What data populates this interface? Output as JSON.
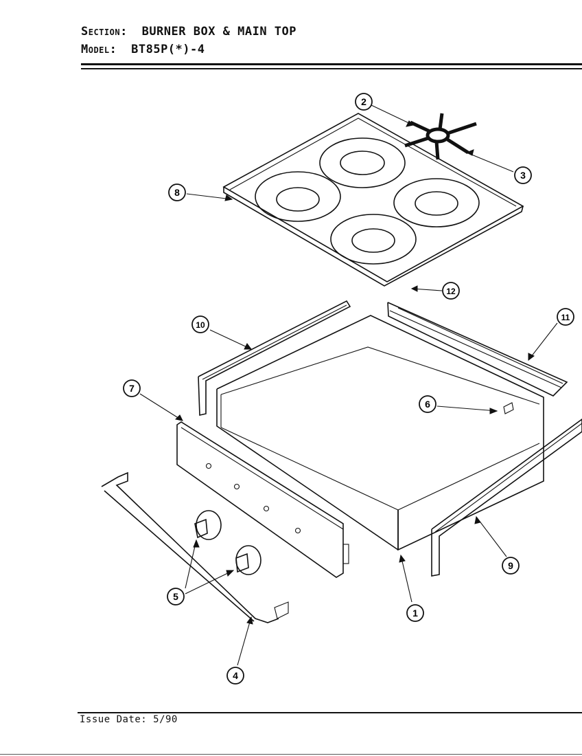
{
  "header": {
    "section_label": "Section:",
    "section_value": "BURNER BOX & MAIN TOP",
    "model_label": "Model:",
    "model_value": "BT85P(*)-4"
  },
  "footer": {
    "issue_date": "Issue Date: 5/90"
  },
  "callouts": {
    "c1": "1",
    "c2": "2",
    "c3": "3",
    "c4": "4",
    "c5": "5",
    "c6": "6",
    "c7": "7",
    "c8": "8",
    "c9": "9",
    "c10": "10",
    "c11": "11",
    "c12": "12"
  }
}
